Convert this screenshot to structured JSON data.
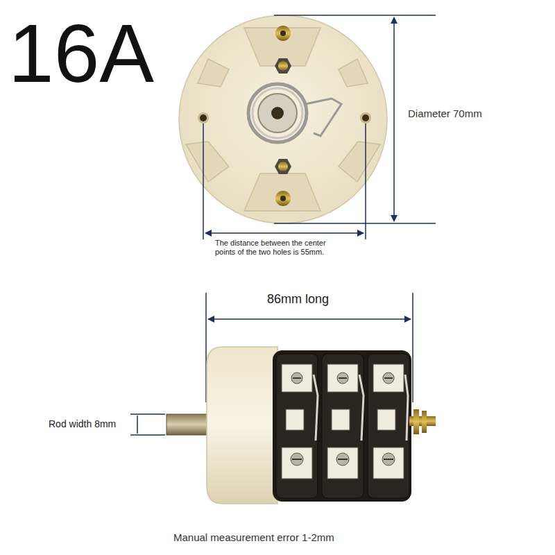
{
  "diagram": {
    "title": "16A",
    "caption": "Manual measurement error 1-2mm",
    "labels": [
      "Diameter 70mm",
      "The distance between the center points of the two holes is 55mm.",
      "86mm long",
      "Rod width 8mm"
    ]
  }
}
